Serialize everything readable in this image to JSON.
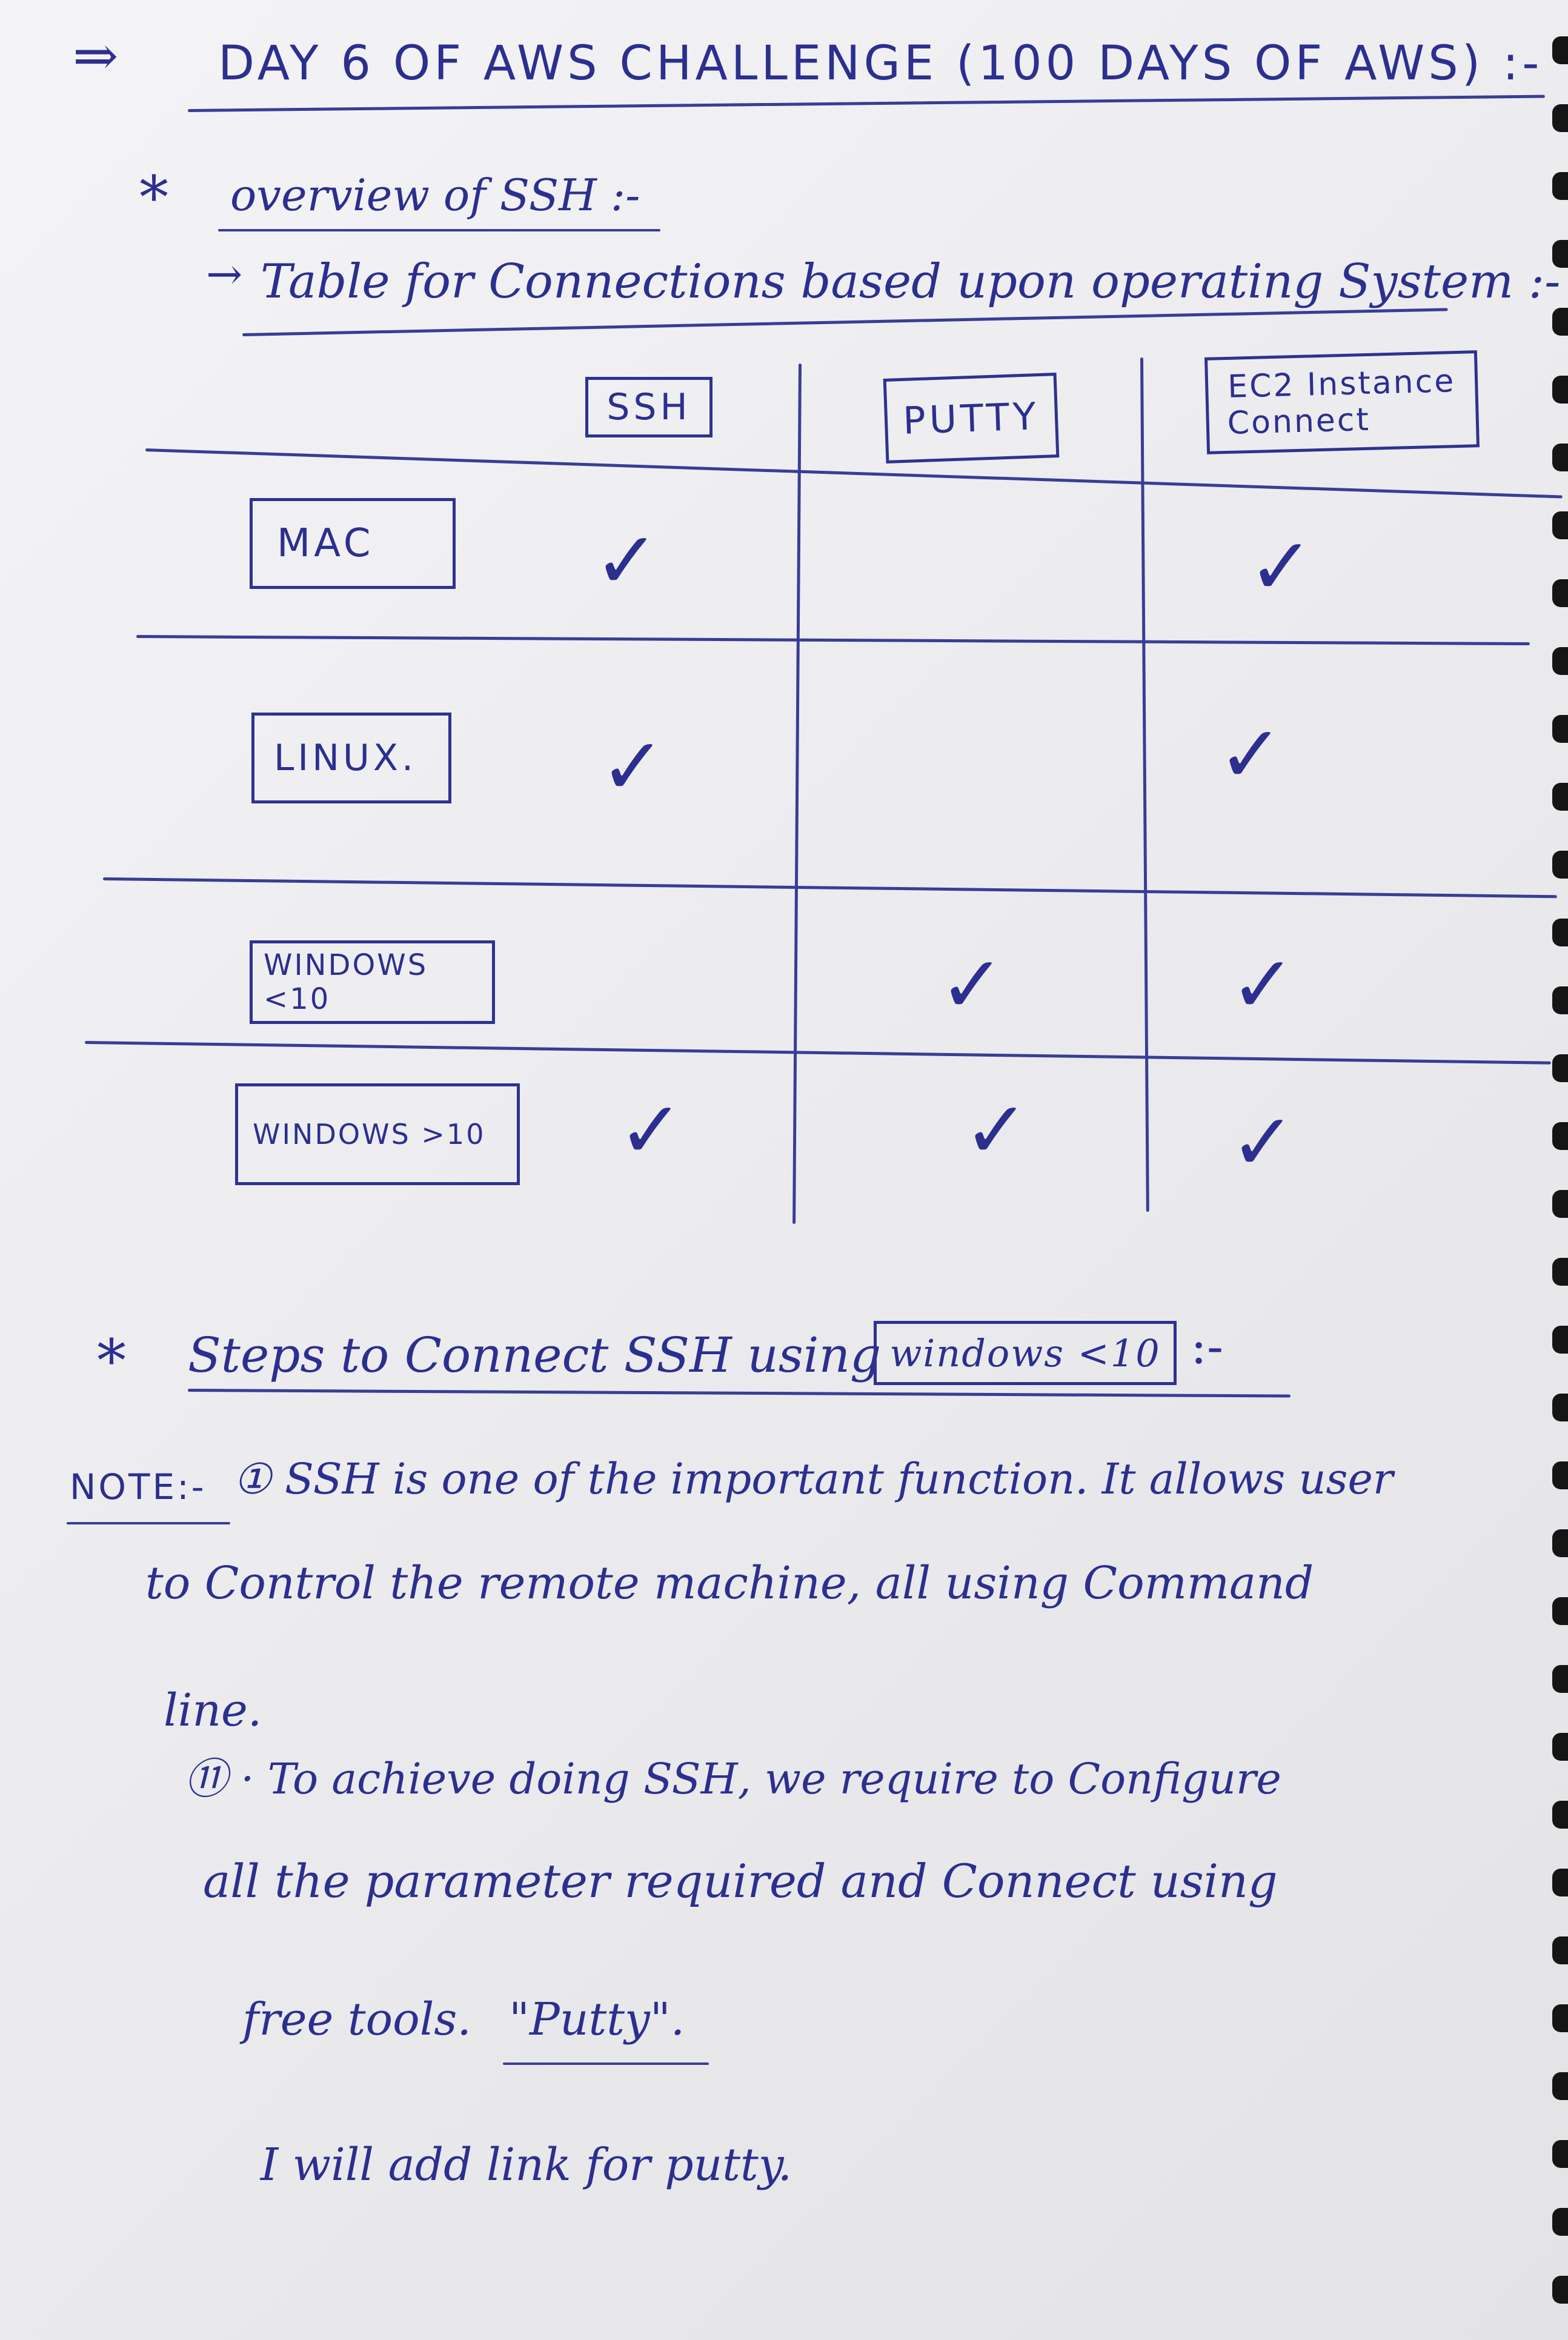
{
  "header": {
    "arrow": "⇒",
    "title": "DAY 6   OF   AWS   CHALLENGE (100 DAYS OF AWS) :-"
  },
  "overview": {
    "bullet": "*",
    "heading": "overview of SSH :-",
    "sub_arrow": "→",
    "subheading": "Table for Connections based upon  operating System :-"
  },
  "table": {
    "columns": [
      "SSH",
      "PUTTY",
      "EC2 Instance",
      "Connect"
    ],
    "rows": [
      {
        "label": "MAC",
        "ssh": "✓",
        "putty": "",
        "ec2": "✓"
      },
      {
        "label": "LINUX.",
        "ssh": "✓",
        "putty": "",
        "ec2": "✓"
      },
      {
        "label": "WINDOWS <10",
        "ssh": "",
        "putty": "✓",
        "ec2": "✓"
      },
      {
        "label": "WINDOWS >10",
        "ssh": "✓",
        "putty": "✓",
        "ec2": "✓"
      }
    ]
  },
  "steps": {
    "bullet": "*",
    "heading": "Steps to Connect  SSH  using",
    "boxed": "windows <10",
    "suffix": ":-"
  },
  "note": {
    "label": "NOTE:-",
    "line1": "① SSH  is one  of the  important function. It allows user",
    "line2": "to Control  the  remote machine,  all  using  Command",
    "line3": "line.",
    "line4": "⑪ · To achieve  doing SSH,  we  require  to Configure",
    "line5": "all the parameter  required  and  Connect  using",
    "line6a": "free tools.",
    "line6b": "\"Putty\".",
    "line7": "I will add  link  for  putty."
  }
}
